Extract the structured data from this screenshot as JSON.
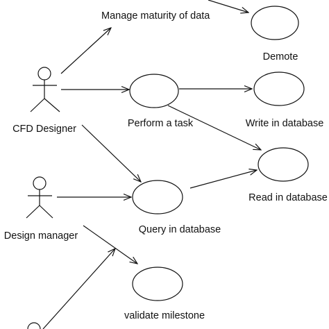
{
  "actors": {
    "cfd_designer": "CFD Designer",
    "design_manager": "Design manager"
  },
  "use_cases": {
    "manage_maturity": "Manage maturity of data",
    "demote": "Demote",
    "perform_task": "Perform a task",
    "write_db": "Write in database",
    "read_db": "Read in database",
    "query_db": "Query in database",
    "validate_milestone": "validate milestone"
  },
  "colors": {
    "ink": "#111111",
    "background": "#ffffff"
  }
}
